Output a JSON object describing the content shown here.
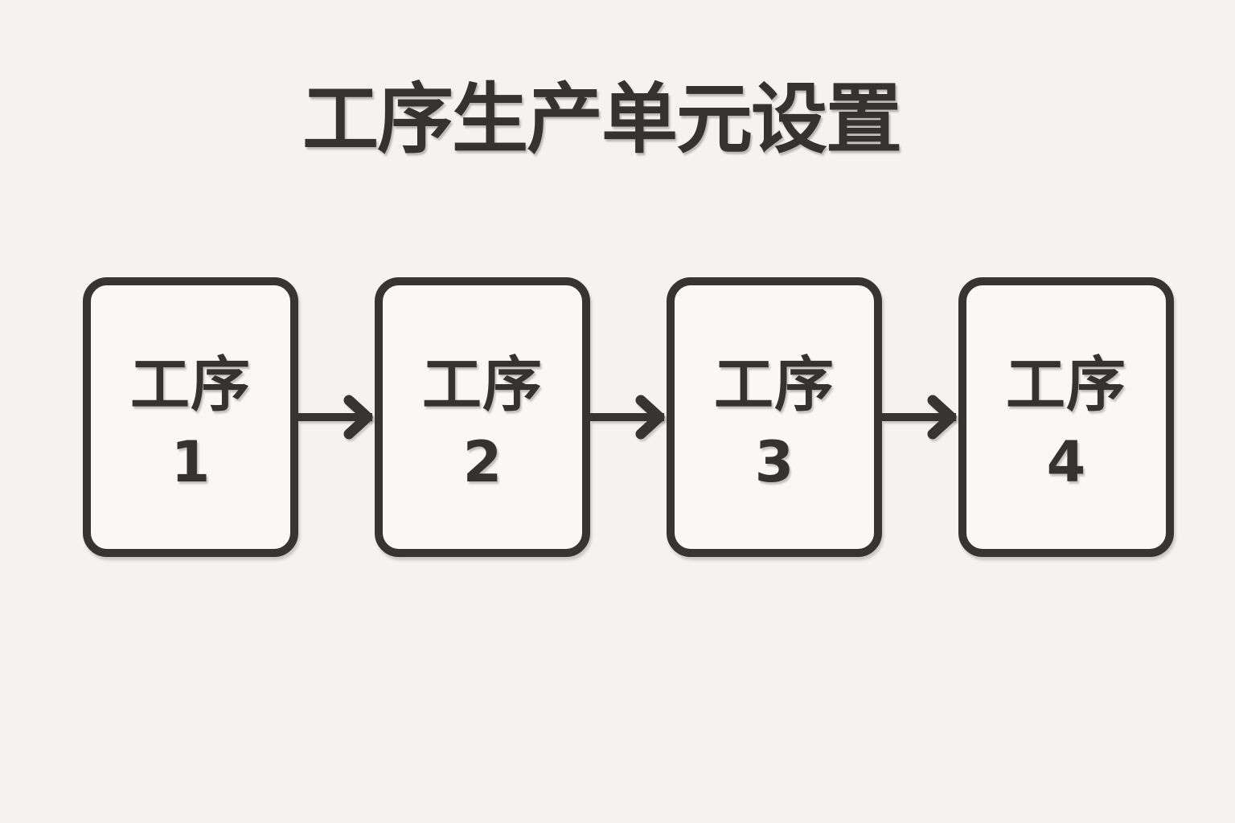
{
  "title": "工序生产单元设置",
  "colors": {
    "background": "#f4f3f1",
    "box_fill": "#f9f8f6",
    "ink": "#35332f"
  },
  "flow": {
    "connector": "arrow-right",
    "nodes": [
      {
        "label": "工序",
        "number": "1"
      },
      {
        "label": "工序",
        "number": "2"
      },
      {
        "label": "工序",
        "number": "3"
      },
      {
        "label": "工序",
        "number": "4"
      }
    ]
  }
}
